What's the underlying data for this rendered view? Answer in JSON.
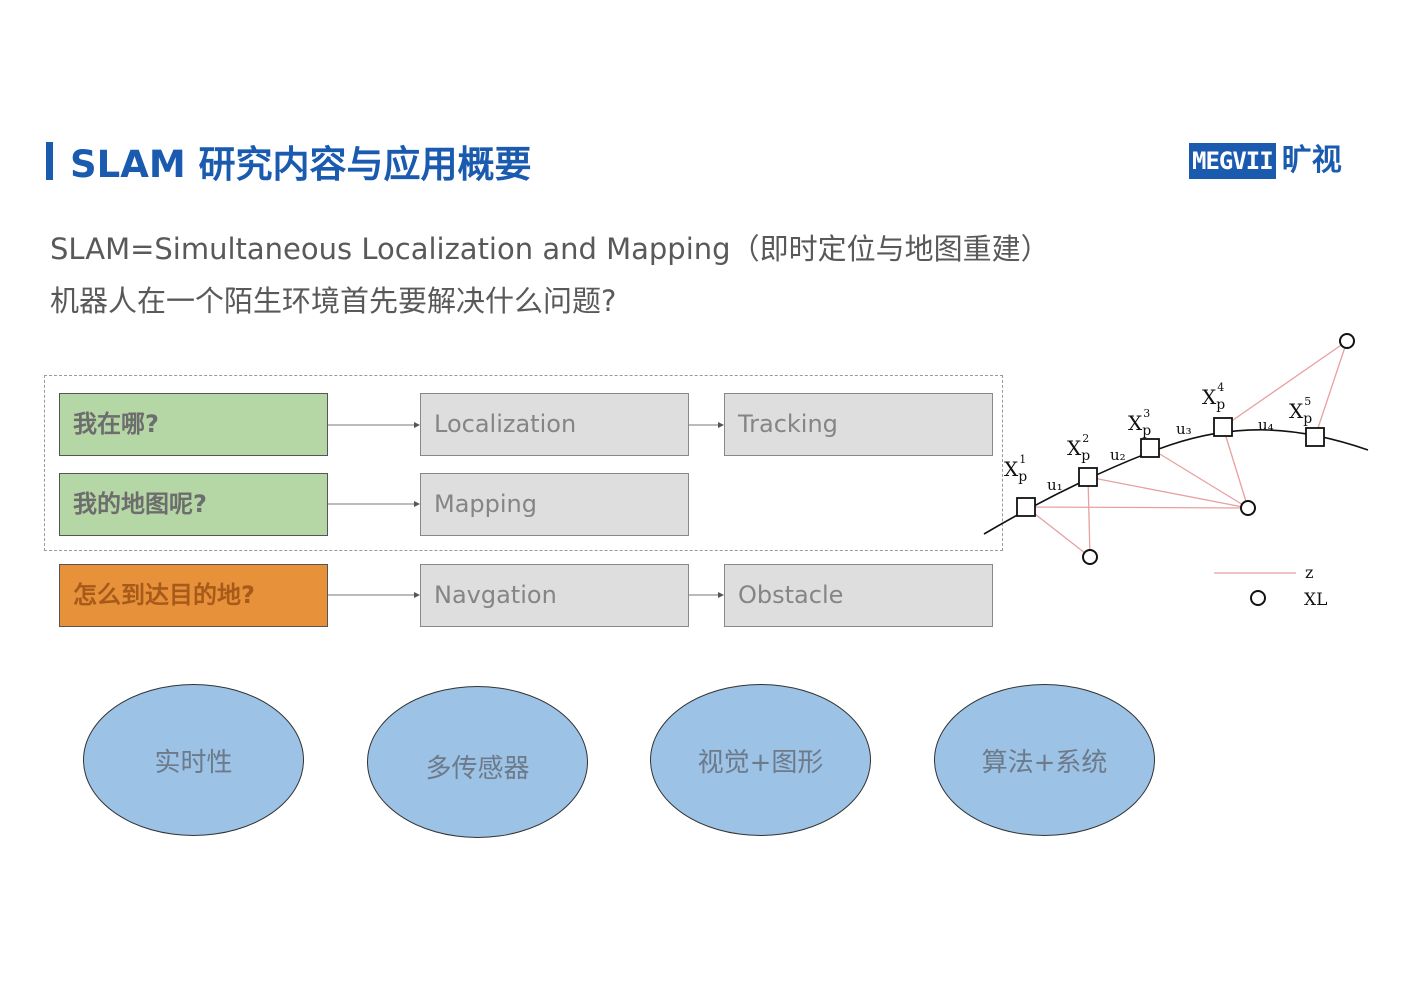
{
  "header": {
    "title": "SLAM 研究内容与应用概要",
    "logo_text": "MEGVII",
    "logo_cn": "旷视",
    "brand_color": "#1a5bb0"
  },
  "intro": {
    "line1": "SLAM=Simultaneous Localization and Mapping（即时定位与地图重建）",
    "line2": "机器人在一个陌生环境首先要解决什么问题?"
  },
  "questions": [
    {
      "label": "我在哪?",
      "color": "#b5d7a6"
    },
    {
      "label": "我的地图呢?",
      "color": "#b5d7a6"
    },
    {
      "label": "怎么到达目的地?",
      "color": "#e7923a"
    }
  ],
  "tasks": {
    "localization": "Localization",
    "tracking": "Tracking",
    "mapping": "Mapping",
    "navigation": "Navgation",
    "obstacle": "Obstacle"
  },
  "topics": [
    "实时性",
    "多传感器",
    "视觉+图形",
    "算法+系统"
  ],
  "slam_graph": {
    "poses": [
      "1",
      "2",
      "3",
      "4",
      "5"
    ],
    "pose_symbol": "X",
    "pose_sub": "p",
    "controls": [
      "u₁",
      "u₂",
      "u₃",
      "u₄"
    ],
    "legend": {
      "z_label": "z",
      "landmark_label": "XL"
    }
  }
}
